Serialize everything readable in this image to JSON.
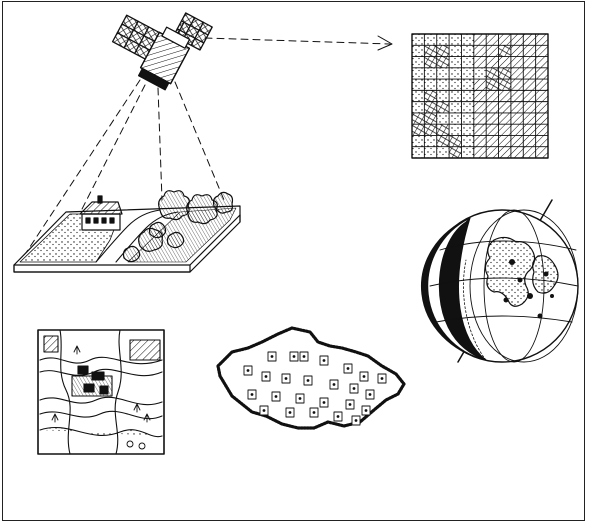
{
  "colors": {
    "ink": "#111111",
    "paper": "#ffffff"
  },
  "panels": [
    {
      "id": "satellite",
      "icon": "satellite-icon"
    },
    {
      "id": "raster",
      "icon": "raster-grid-icon"
    },
    {
      "id": "landscape",
      "icon": "landscape-block-icon"
    },
    {
      "id": "globe",
      "icon": "globe-icon"
    },
    {
      "id": "map",
      "icon": "topographic-map-icon"
    },
    {
      "id": "country",
      "icon": "country-map-icon"
    }
  ]
}
